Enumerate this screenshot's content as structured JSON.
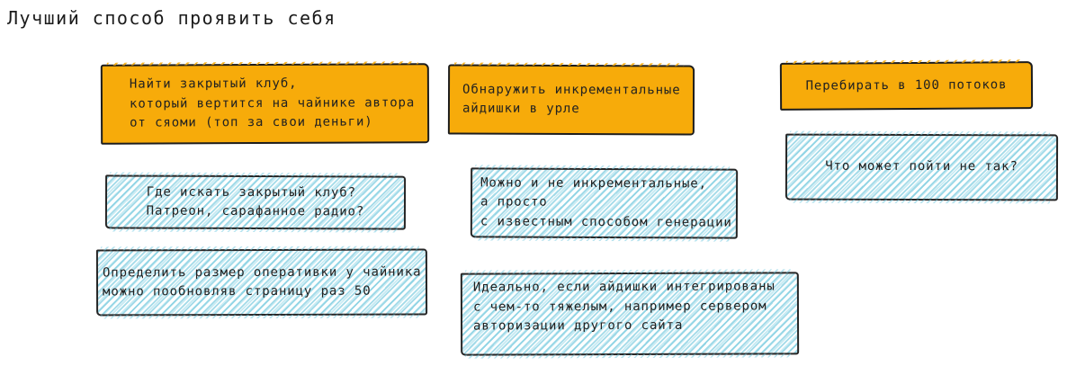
{
  "title": "Лучший способ проявить себя",
  "colors": {
    "note_orange_fill": "#F7AB0A",
    "hatch_blue_stroke": "#7DCBE0",
    "note_border": "#1D1D1D",
    "text": "#212121",
    "background": "#FFFFFF"
  },
  "notes": [
    {
      "id": "find-private-club",
      "style": "orange",
      "text": "Найти закрытый клуб,\nкоторый вертится на чайнике автора\nот сяоми (топ за свои деньги)"
    },
    {
      "id": "incremental-ids-in-url",
      "style": "orange",
      "text": "Обнаружить инкрементальные\nайдишки в урле"
    },
    {
      "id": "bruteforce-100-threads",
      "style": "orange",
      "text": "Перебирать в 100 потоков"
    },
    {
      "id": "where-to-find-club",
      "style": "hatched",
      "text": "Где искать закрытый клуб?\nПатреон, сарафанное радио?"
    },
    {
      "id": "ram-size-via-refresh",
      "style": "hatched",
      "text": "Определить размер оперативки у чайника\nможно пообновляв страницу раз 50"
    },
    {
      "id": "non-incremental-generation",
      "style": "hatched",
      "text": "Можно и не инкрементальные,\nа просто\nс известным способом генерации"
    },
    {
      "id": "ids-integrated-with-heavy-backend",
      "style": "hatched",
      "text": "Идеально, если айдишки интегрированы\nс чем-то тяжелым, например сервером\nавторизации другого сайта"
    },
    {
      "id": "what-could-go-wrong",
      "style": "hatched",
      "text": "Что может пойти не так?"
    }
  ]
}
